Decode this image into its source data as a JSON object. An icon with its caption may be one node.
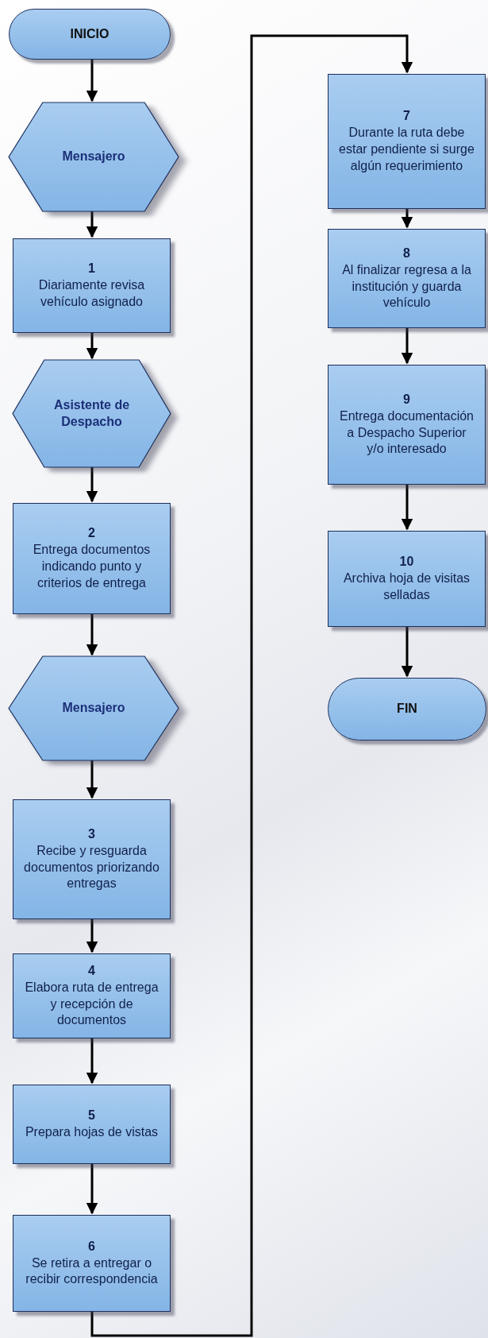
{
  "diagram": {
    "nodes": [
      {
        "text": [
          "INICIO"
        ]
      },
      {
        "text": [
          "Mensajero"
        ]
      },
      {
        "text": [
          "1",
          "Diariamente revisa vehículo asignado"
        ]
      },
      {
        "text": [
          "Asistente de Despacho"
        ]
      },
      {
        "text": [
          "2",
          "Entrega documentos indicando punto y criterios de entrega"
        ]
      },
      {
        "text": [
          "Mensajero"
        ]
      },
      {
        "text": [
          "3",
          "Recibe y resguarda documentos priorizando entregas"
        ]
      },
      {
        "text": [
          "4",
          "Elabora ruta de entrega y recepción de documentos"
        ]
      },
      {
        "text": [
          "5",
          "Prepara hojas de vistas"
        ]
      },
      {
        "text": [
          "6",
          "Se retira a entregar o recibir correspondencia"
        ]
      },
      {
        "text": [
          "7",
          "Durante la ruta debe estar pendiente si surge algún requerimiento"
        ]
      },
      {
        "text": [
          "8",
          "Al finalizar regresa a la institución y guarda vehículo"
        ]
      },
      {
        "text": [
          "9",
          "Entrega documentación a Despacho Superior y/o interesado"
        ]
      },
      {
        "text": [
          "10",
          "Archiva hoja de visitas selladas"
        ]
      },
      {
        "text": [
          "FIN"
        ]
      }
    ],
    "edges": [
      {
        "from": 0,
        "to": 1,
        "arrow": "to"
      },
      {
        "from": 1,
        "to": 2,
        "arrow": "to"
      },
      {
        "from": 2,
        "to": 3,
        "arrow": "to"
      },
      {
        "from": 3,
        "to": 4,
        "arrow": "to"
      },
      {
        "from": 4,
        "to": 5,
        "arrow": "to"
      },
      {
        "from": 5,
        "to": 6,
        "arrow": "to"
      },
      {
        "from": 6,
        "to": 7,
        "arrow": "to"
      },
      {
        "from": 7,
        "to": 8,
        "arrow": "to"
      },
      {
        "from": 8,
        "to": 9,
        "arrow": "to"
      },
      {
        "from": 9,
        "to": 10,
        "arrow": "to"
      },
      {
        "from": 10,
        "to": 11,
        "arrow": "to"
      },
      {
        "from": 11,
        "to": 12,
        "arrow": "to"
      },
      {
        "from": 12,
        "to": 13,
        "arrow": "to"
      },
      {
        "from": 13,
        "to": 14,
        "arrow": "to"
      }
    ]
  }
}
